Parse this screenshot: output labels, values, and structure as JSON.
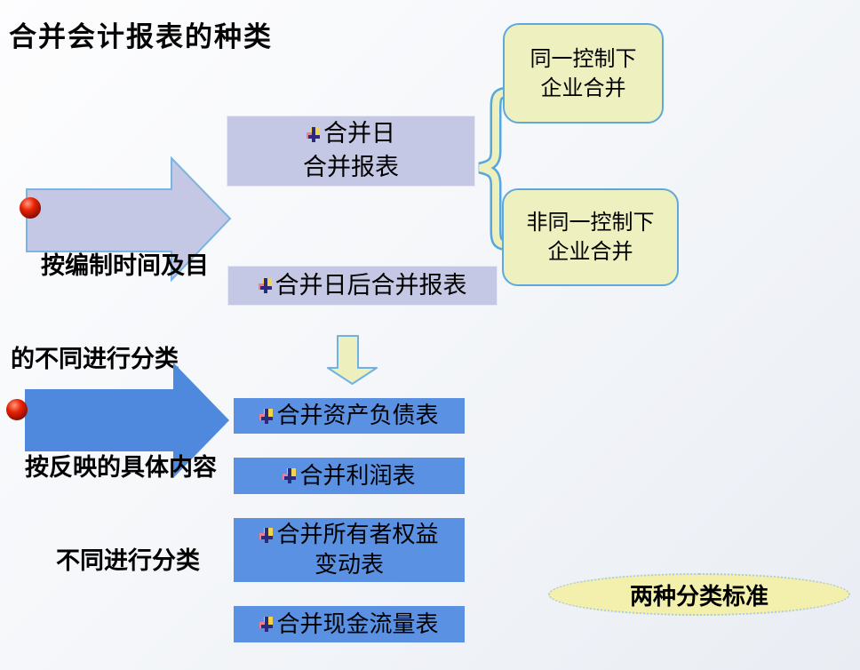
{
  "slide_title": "合并会计报表的种类",
  "colors": {
    "background_start": "#fdfdfe",
    "background_end": "#e9edf3",
    "lavender_fill": "#c4c8e4",
    "lavender_border": "#7db3e0",
    "blue_box_fill": "#5a91e2",
    "arrow_blue_fill": "#4e89dd",
    "callout_fill": "#eef0c0",
    "callout_border": "#5fa8dc",
    "brace_fill": "#edf0bd",
    "brace_border": "#55a7dc",
    "down_arrow_fill": "#edf0bd",
    "ellipse_fill": "#f3efad",
    "ellipse_border": "#a8cbe8",
    "bullet_red": "#cc1200",
    "text": "#000000"
  },
  "branch_time": {
    "arrow_label_line1": "按编制时间及目",
    "arrow_label_line2": "的不同进行分类",
    "merge_date_box_line1": "合并日",
    "merge_date_box_line2": "合并报表",
    "after_merge_box_label": "合并日后合并报表",
    "callout_same_line1": "同一控制下",
    "callout_same_line2": "企业合并",
    "callout_diff_line1": "非同一控制下",
    "callout_diff_line2": "企业合并"
  },
  "branch_content": {
    "arrow_label_line1": "按反映的具体内容",
    "arrow_label_line2": "不同进行分类",
    "statement_boxes": [
      {
        "line1": "合并资产负债表"
      },
      {
        "line1": "合并利润表"
      },
      {
        "line1": "合并所有者权益",
        "line2": "变动表"
      },
      {
        "line1": "合并现金流量表"
      }
    ]
  },
  "footer_note": "两种分类标准"
}
